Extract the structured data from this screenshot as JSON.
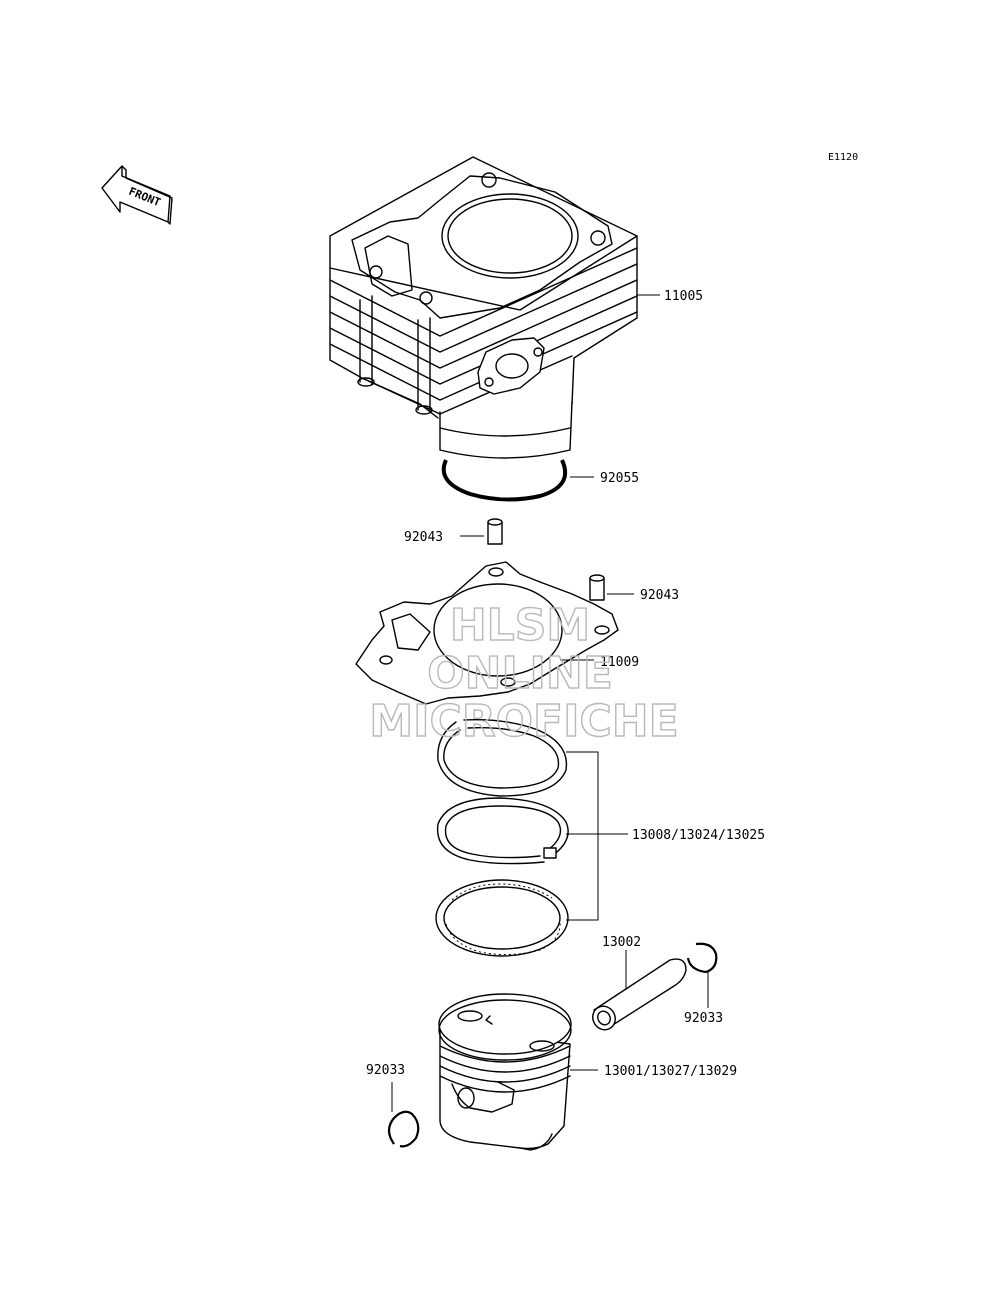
{
  "diagram_code": "E1120",
  "front_label": "FRONT",
  "parts": {
    "cylinder": "11005",
    "o_ring": "92055",
    "dowel_pin_left": "92043",
    "dowel_pin_right": "92043",
    "cylinder_gasket": "11009",
    "piston_rings": "13008/13024/13025",
    "piston_pin": "13002",
    "snap_ring_right": "92033",
    "snap_ring_left": "92033",
    "piston": "13001/13027/13029"
  },
  "watermark": {
    "line1": "HLSM",
    "line2": "ONLINE",
    "line3": "MICROFICHE"
  }
}
